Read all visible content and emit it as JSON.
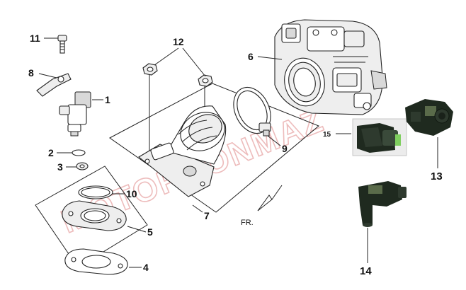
{
  "callouts": {
    "c1": "1",
    "c2": "2",
    "c3": "3",
    "c4": "4",
    "c5": "5",
    "c6": "6",
    "c7": "7",
    "c8": "8",
    "c9": "9",
    "c10": "10",
    "c11": "11",
    "c12": "12",
    "c13": "13",
    "c14": "14",
    "c15": "15"
  },
  "direction_label": "FR.",
  "watermark": {
    "text": "MOTORKONMAZ",
    "color": "#e8a6a6"
  },
  "colors": {
    "sensor_body": "#1f2a1f",
    "sensor_highlight": "#5a6b4a",
    "connector_green": "#7fcf5f",
    "line": "#222222"
  }
}
